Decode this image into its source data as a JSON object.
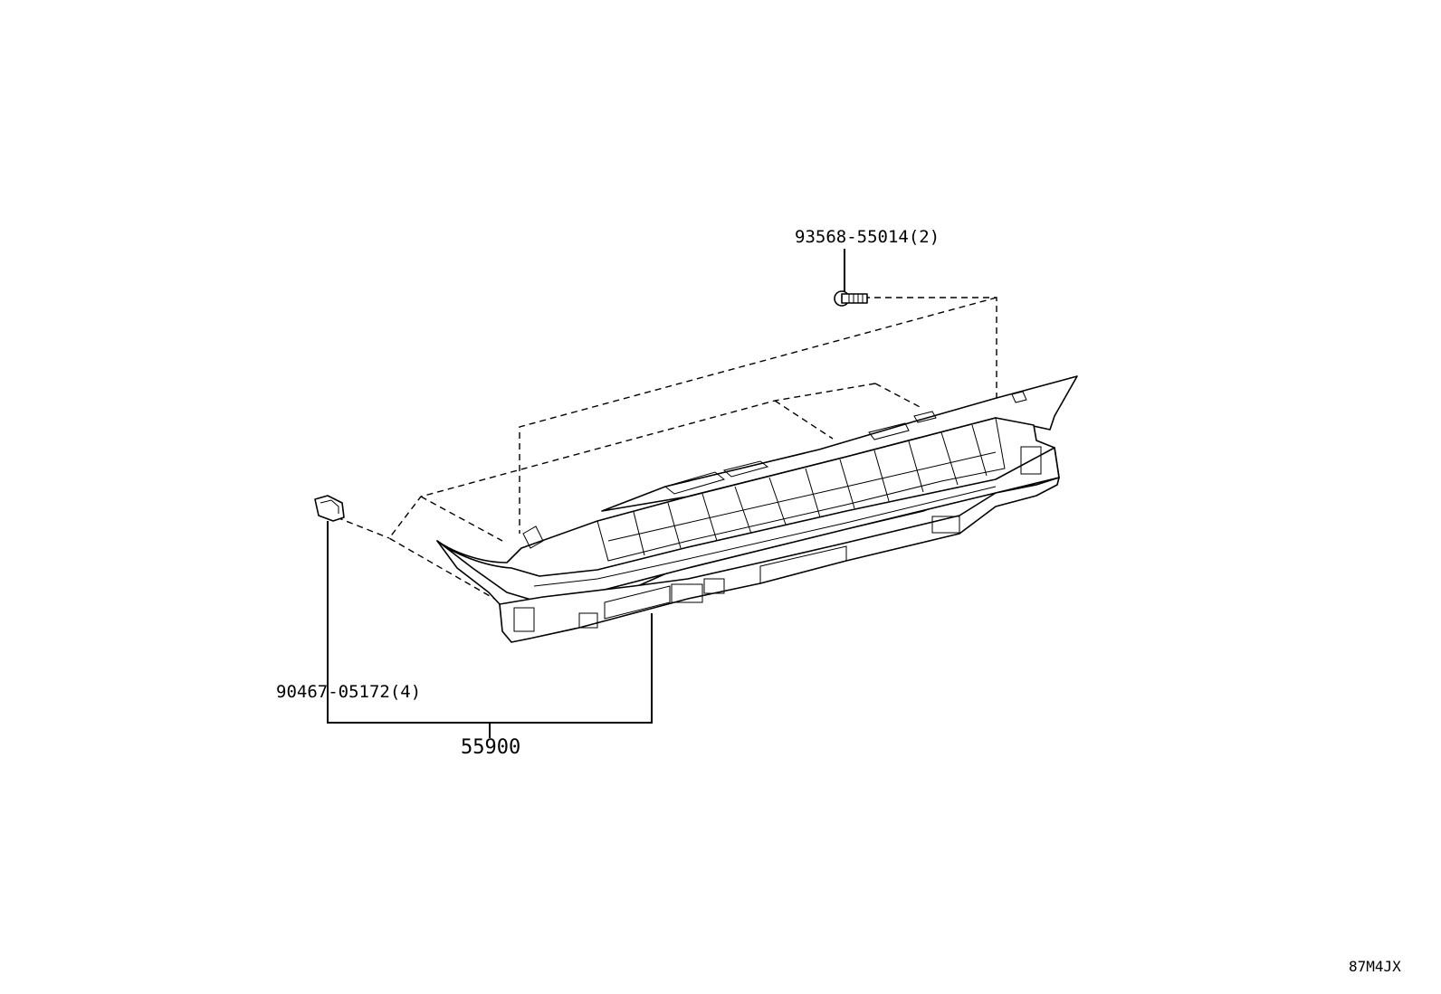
{
  "diagram": {
    "part_labels": {
      "bolt": "93568-55014(2)",
      "clip": "90467-05172(4)",
      "assembly": "55900"
    },
    "reference_code": "87M4JX"
  }
}
